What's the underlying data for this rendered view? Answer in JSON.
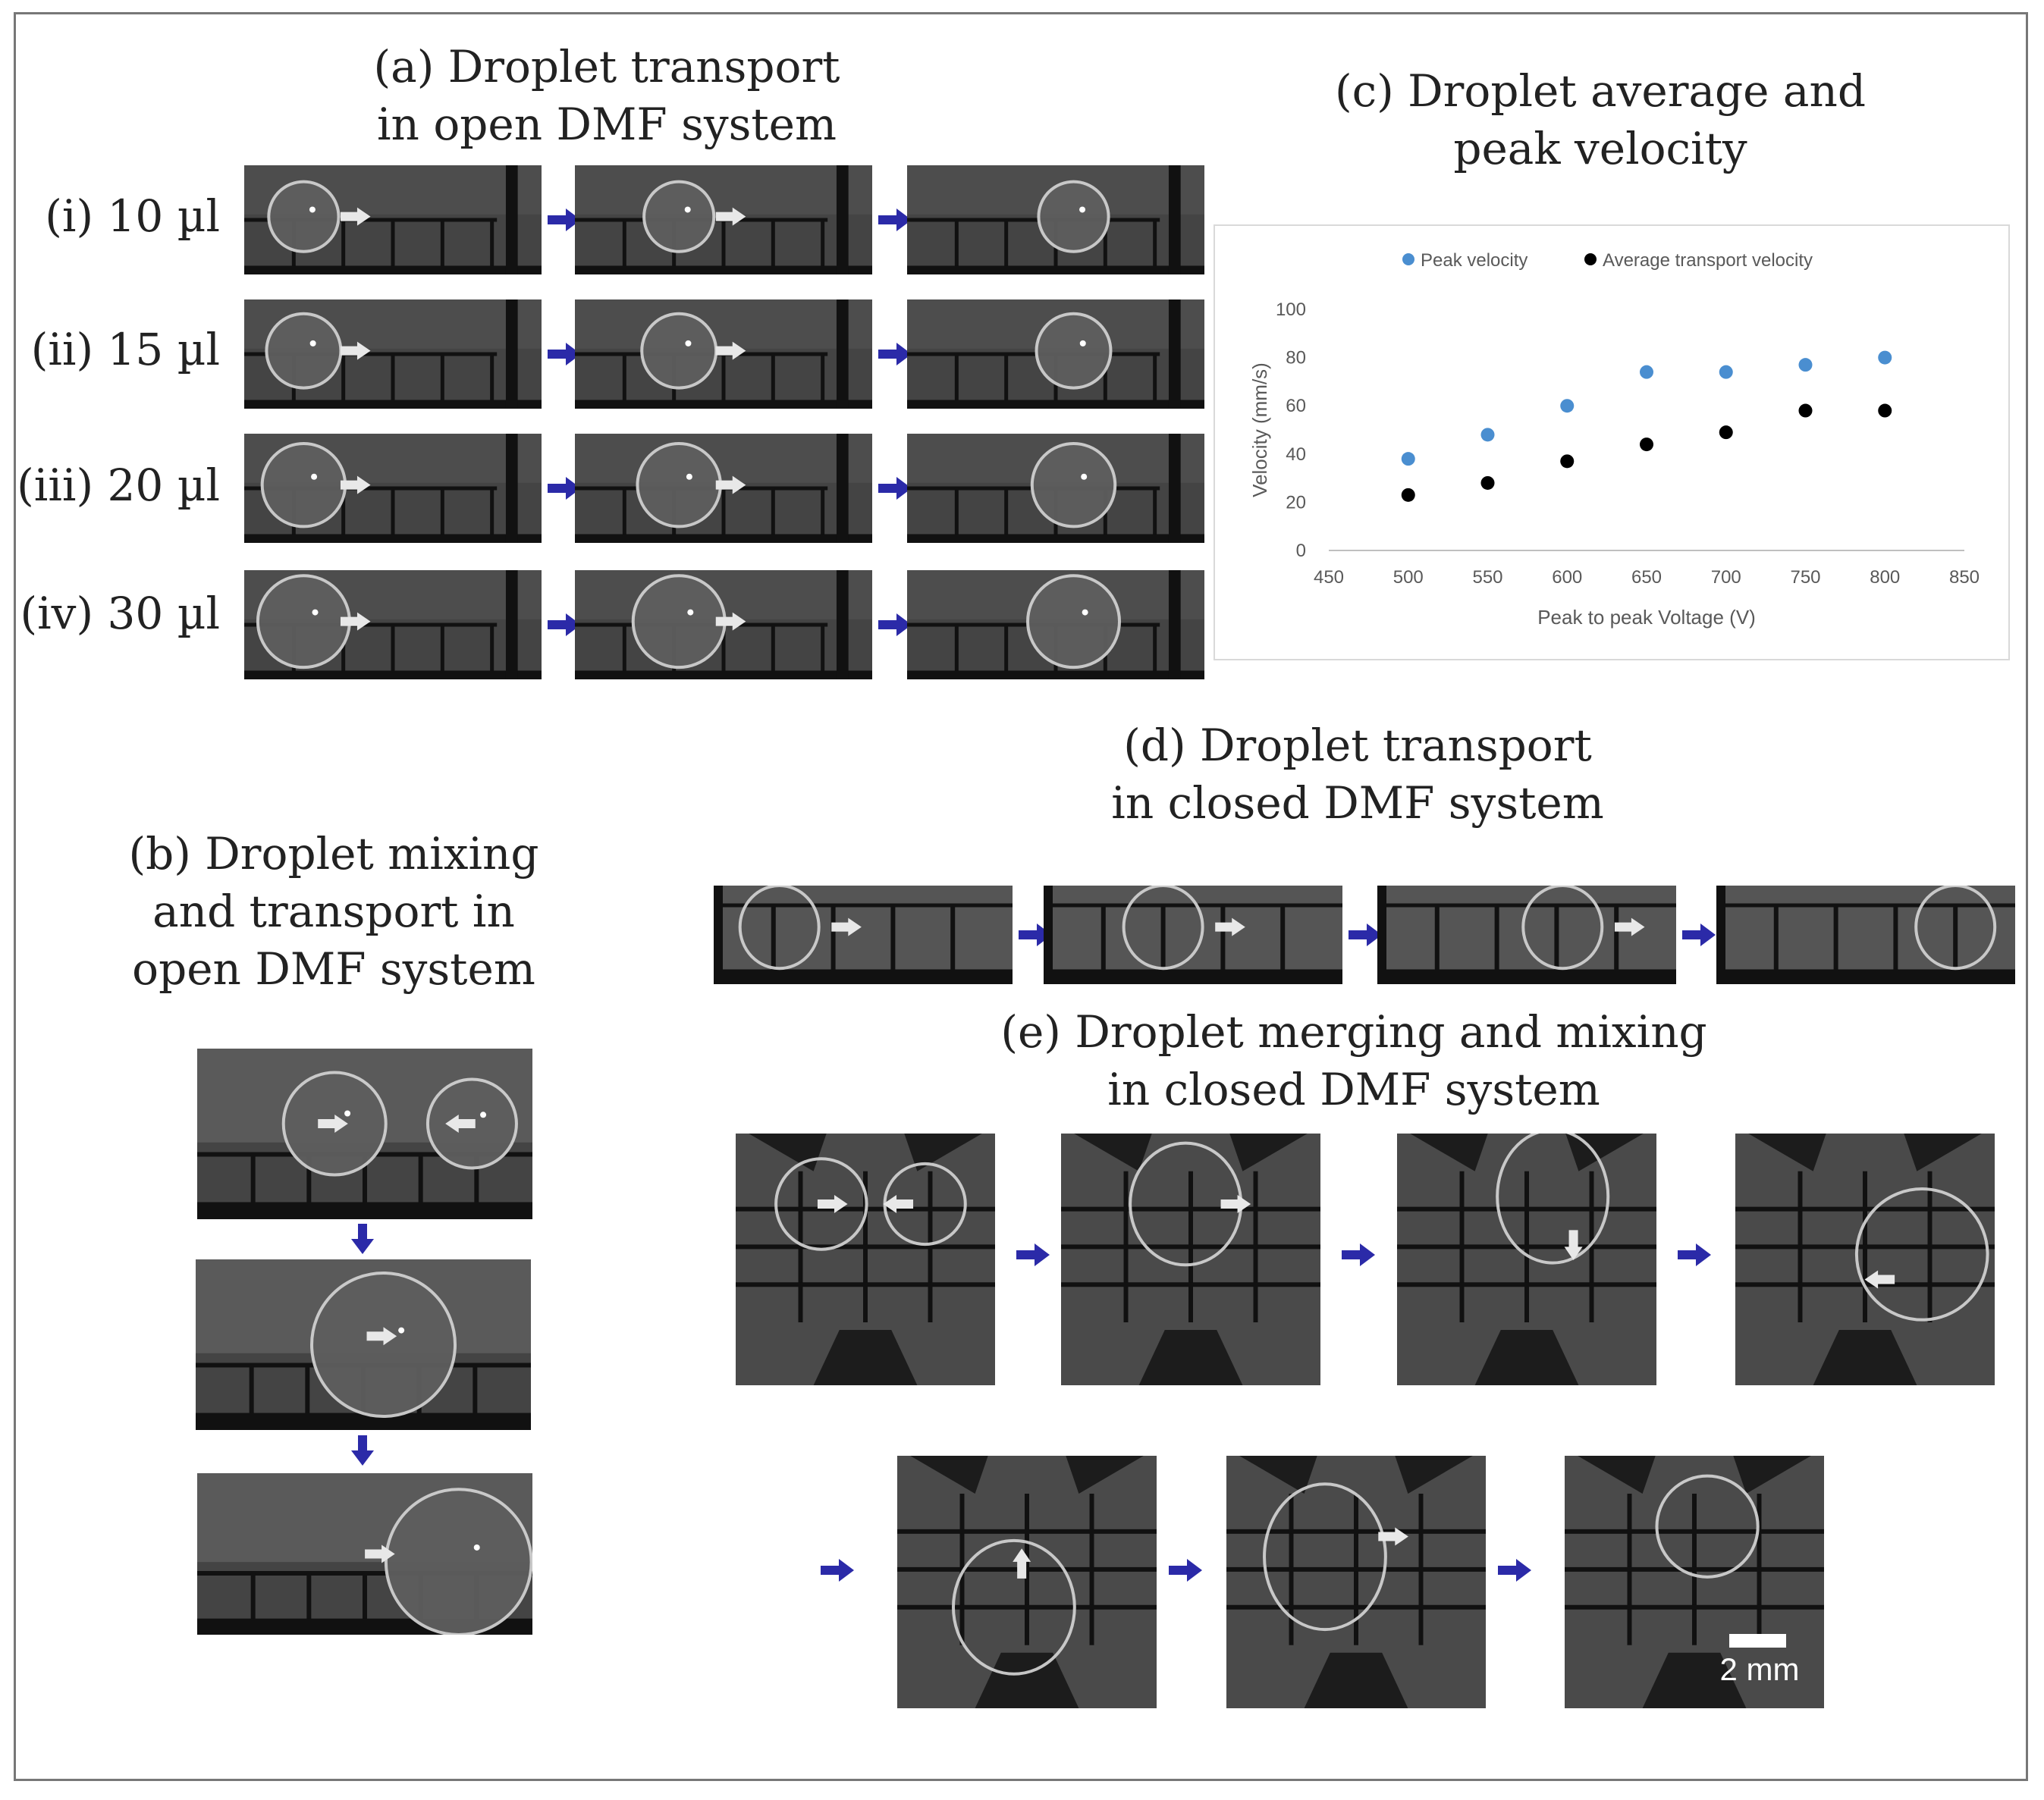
{
  "panel_a": {
    "title": "(a) Droplet transport\nin open DMF system",
    "rows": [
      {
        "label": "(i) 10 µl"
      },
      {
        "label": "(ii) 15 µl"
      },
      {
        "label": "(iii) 20 µl"
      },
      {
        "label": "(iv) 30 µl"
      }
    ]
  },
  "panel_b": {
    "title": "(b) Droplet mixing\nand transport in\nopen DMF system"
  },
  "panel_c": {
    "title": "(c) Droplet average and\npeak velocity"
  },
  "panel_d": {
    "title": "(d) Droplet transport\nin closed DMF system"
  },
  "panel_e": {
    "title": "(e) Droplet merging and mixing\nin closed DMF system",
    "scale_label": "2 mm"
  },
  "colors": {
    "arrow": "#2b2aa8",
    "peak": "#4a8ed0",
    "average": "#000000",
    "photo_bg": "#3a3a3a"
  },
  "chart_data": {
    "type": "scatter",
    "xlabel": "Peak to peak Voltage (V)",
    "ylabel": "Velocity (mm/s)",
    "xlim": [
      450,
      850
    ],
    "ylim": [
      0,
      100
    ],
    "x_ticks": [
      450,
      500,
      550,
      600,
      650,
      700,
      750,
      800,
      850
    ],
    "y_ticks": [
      0,
      20,
      40,
      60,
      80,
      100
    ],
    "legend_position": "top",
    "grid": false,
    "series": [
      {
        "name": "Peak velocity",
        "color": "#4a8ed0",
        "x": [
          500,
          550,
          600,
          650,
          700,
          750,
          800
        ],
        "y": [
          38,
          48,
          60,
          74,
          74,
          77,
          80
        ]
      },
      {
        "name": "Average transport velocity",
        "color": "#000000",
        "x": [
          500,
          550,
          600,
          650,
          700,
          750,
          800
        ],
        "y": [
          23,
          28,
          37,
          44,
          49,
          58,
          58
        ]
      }
    ]
  }
}
